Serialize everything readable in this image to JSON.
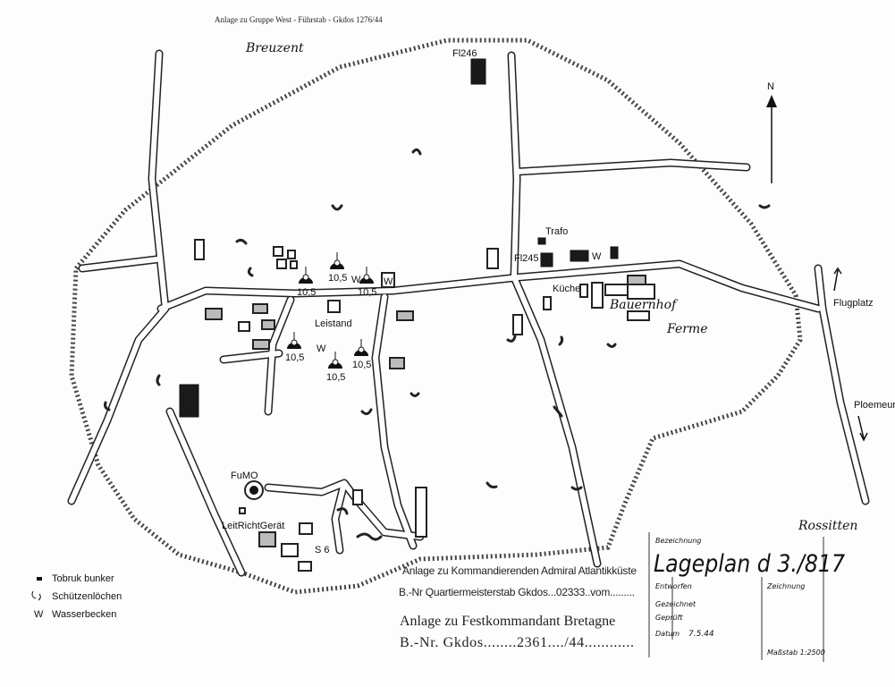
{
  "header": "Anlage zu Gruppe West - Führstab - Gkdos 1276/44",
  "places": {
    "breuzent": "Breuzent",
    "fl246": "Fl246",
    "fl245": "Fl245",
    "trafo": "Trafo",
    "kueche": "Küche",
    "bauernhof": "Bauernhof",
    "ferme": "Ferme",
    "leistand": "Leistand",
    "fumo": "FuMO",
    "leitrichtgeraet": "LeitRichtGerät",
    "s6": "S 6",
    "flugplatz": "Flugplatz",
    "ploemeur": "Ploemeur",
    "north": "N",
    "w": "W"
  },
  "guns": [
    "10,5",
    "10,5",
    "10,5",
    "10,5",
    "10,5",
    "10,5"
  ],
  "legend": [
    {
      "icon": "tobruk-bunker-icon",
      "label": "Tobruk bunker"
    },
    {
      "icon": "foxhole-icon",
      "label": "Schützenlöchen"
    },
    {
      "icon": "W",
      "label": "Wasserbecken"
    }
  ],
  "annex": {
    "line1": "Anlage zu Kommandierenden Admiral Atlantikküste",
    "line2": "B.-Nr Quartiermeisterstab Gkdos...02333..vom.........",
    "line3": "Anlage zu Festkommandant Bretagne",
    "line4": "B.-Nr. Gkdos........2361..../44............"
  },
  "title_block": {
    "bezeichnung_label": "Bezeichnung",
    "title": "Lageplan d 3./817",
    "entworfen": "Entworfen",
    "gezeichnet": "Gezeichnet",
    "geprueft": "Geprüft",
    "datum_label": "Datum",
    "datum": "7.5.44",
    "zeichnung": "Zeichnung",
    "massstab": "Maßstab 1:2500",
    "signature": "Rossitten"
  }
}
